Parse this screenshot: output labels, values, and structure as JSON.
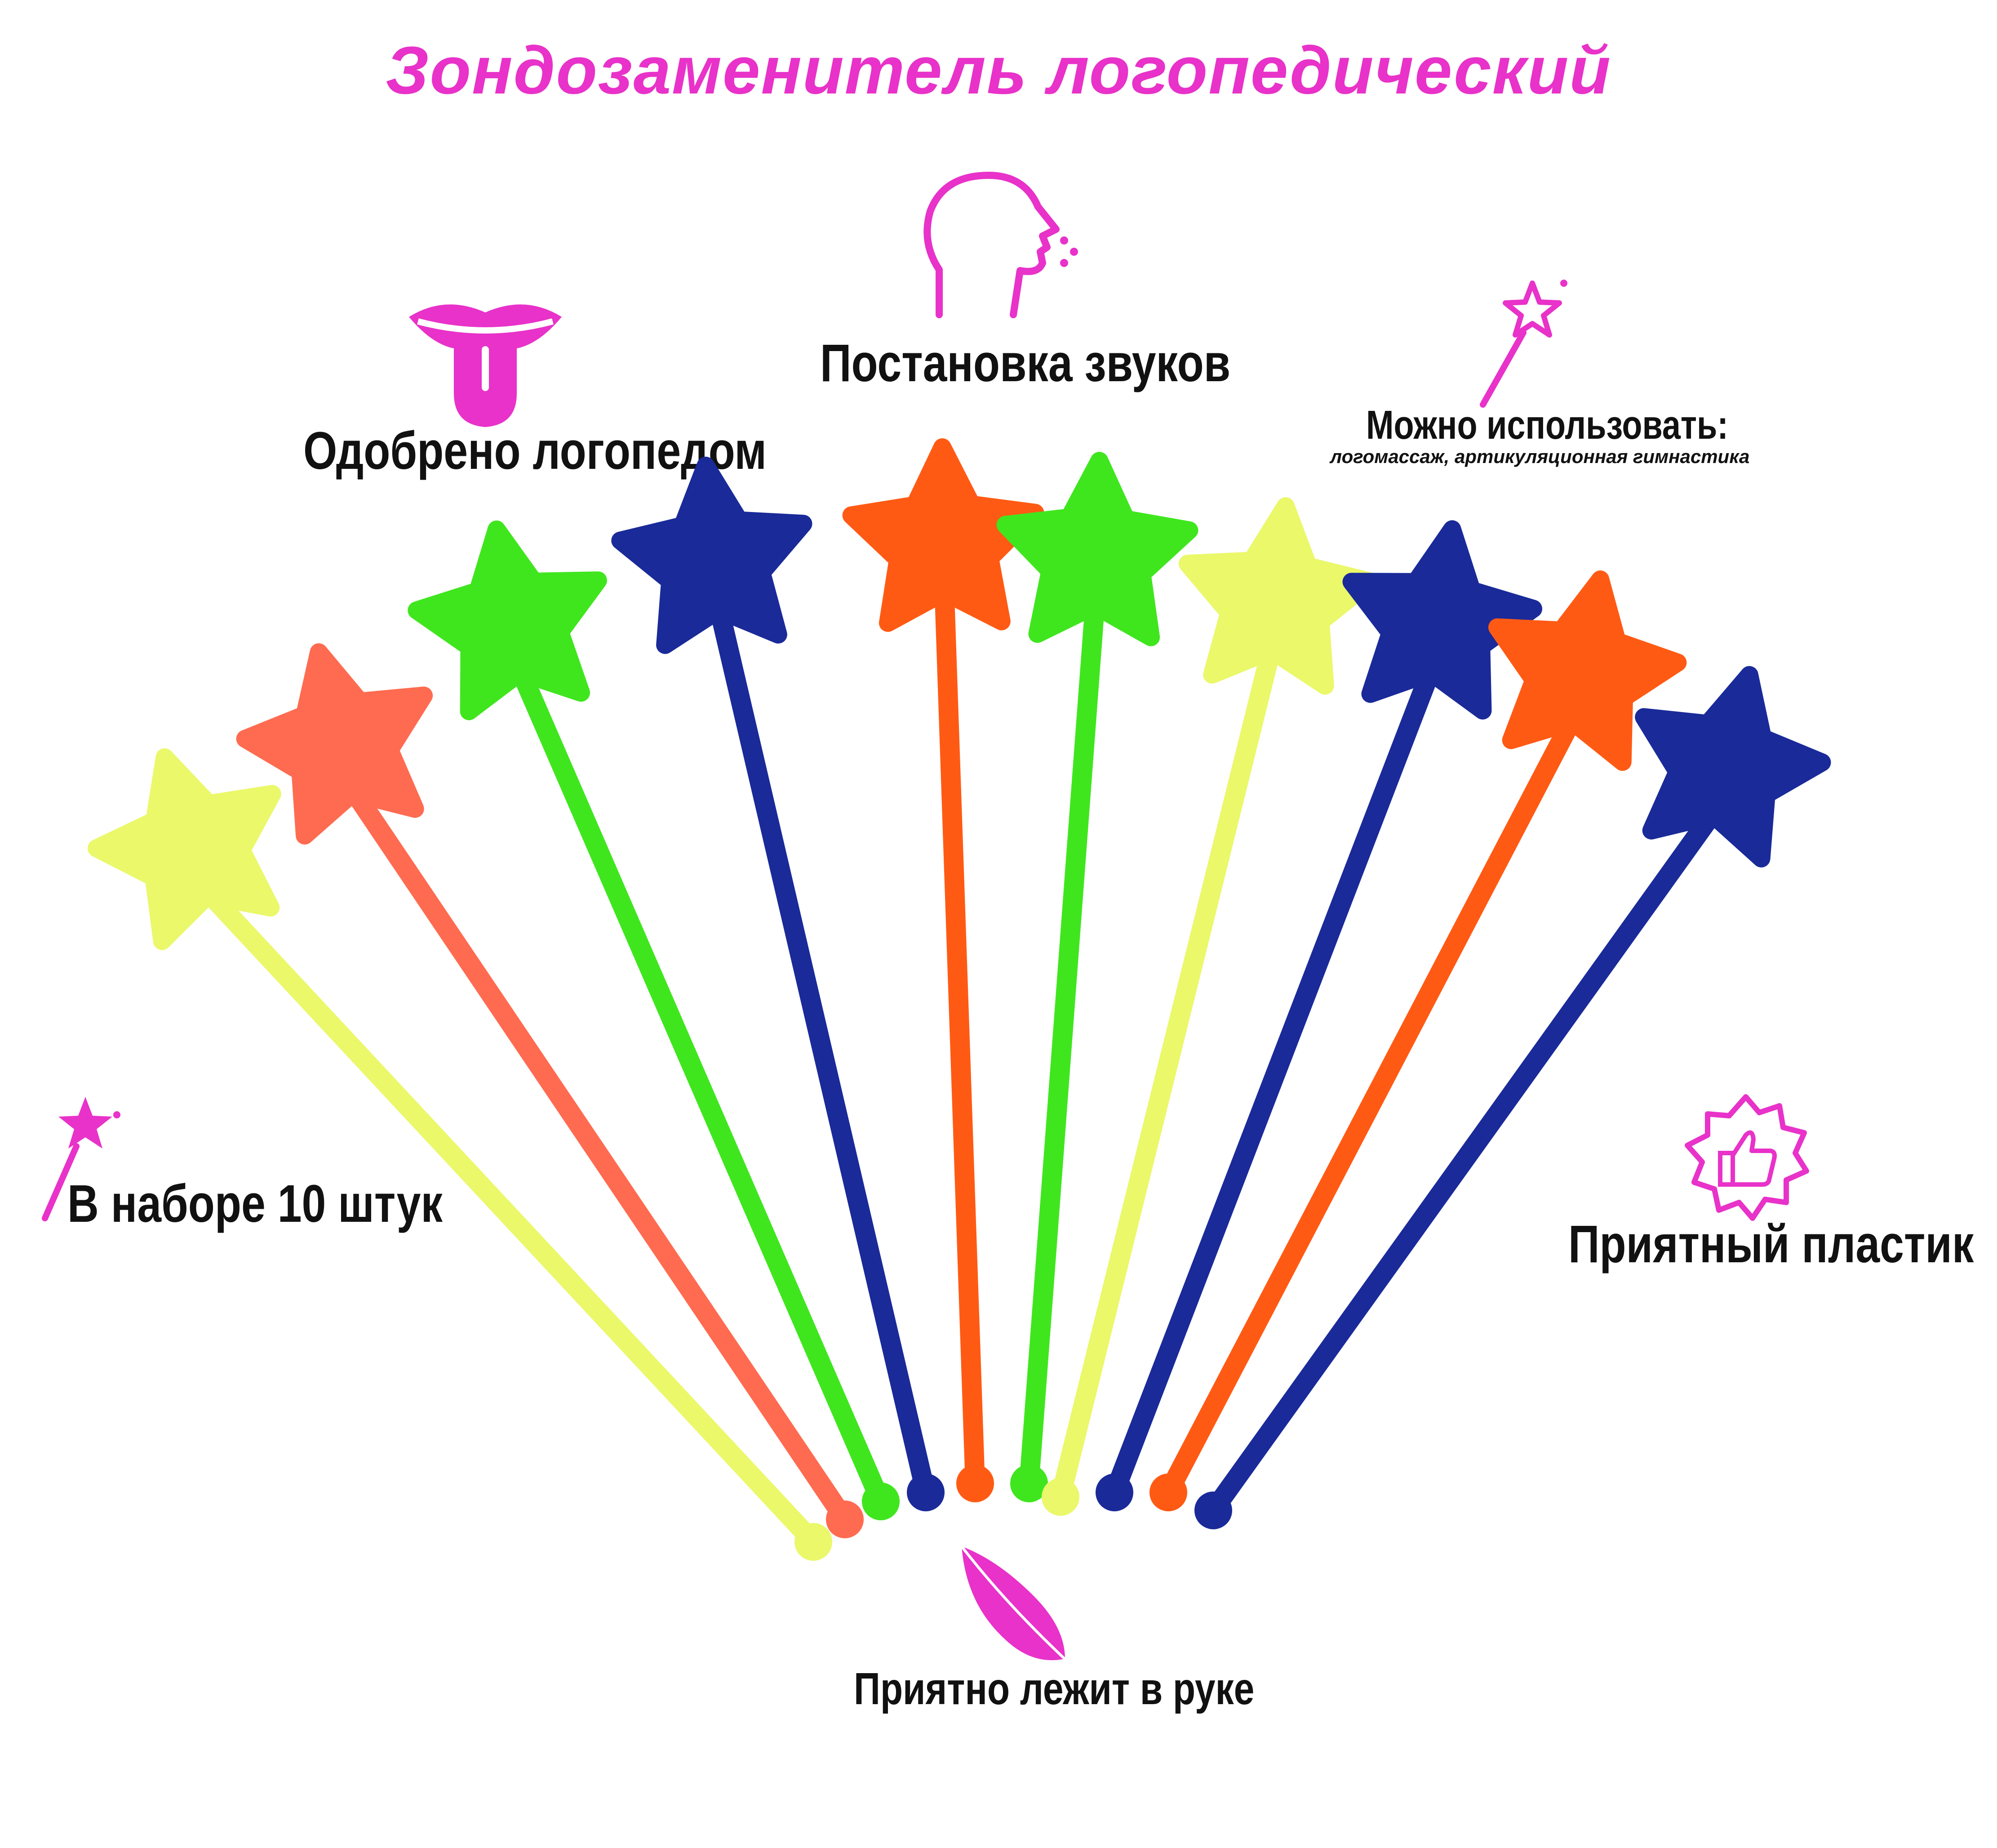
{
  "title": "Зондозаменитель логопедический",
  "features": {
    "approved": "Одобрено логопедом",
    "sound_setting": "Постановка звуков",
    "usage_title": "Можно использовать:",
    "usage_detail": "логомассаж, артикуляционная гимнастика",
    "set_count": "В наборе 10 штук",
    "pleasant_plastic": "Приятный пластик",
    "comfortable_grip": "Приятно лежит в руке"
  },
  "icons": [
    "tongue-icon",
    "speaking-head-icon",
    "magic-wand-icon",
    "magic-wand-icon",
    "thumbs-up-badge-icon",
    "feather-icon"
  ],
  "colors": {
    "accent": "#e832c9",
    "text": "#111111",
    "yellow": "#eaf86a",
    "orange": "#ff5a14",
    "salmon": "#ff6b50",
    "green": "#3fe61e",
    "blue": "#1a2a99"
  },
  "sticks": [
    {
      "color": "yellow"
    },
    {
      "color": "salmon"
    },
    {
      "color": "green"
    },
    {
      "color": "blue"
    },
    {
      "color": "orange"
    },
    {
      "color": "green"
    },
    {
      "color": "yellow"
    },
    {
      "color": "blue"
    },
    {
      "color": "orange"
    },
    {
      "color": "blue"
    }
  ]
}
